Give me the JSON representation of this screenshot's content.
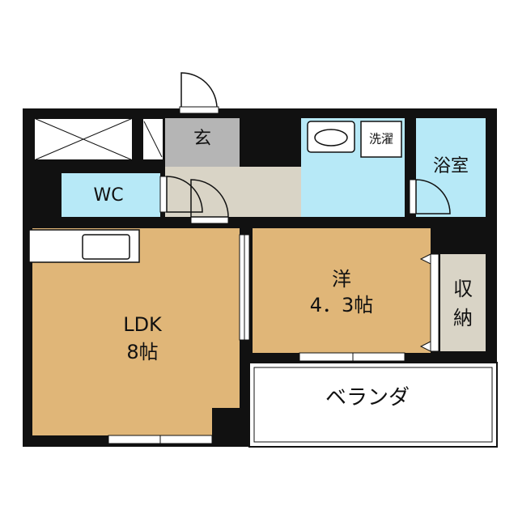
{
  "rooms": {
    "entrance": {
      "label": "玄"
    },
    "washer": {
      "label": "洗濯"
    },
    "bath": {
      "label": "浴室"
    },
    "toilet": {
      "label": "WC"
    },
    "western": {
      "label": "洋",
      "size": "4．3帖"
    },
    "ldk": {
      "label": "LDK",
      "size": "8帖"
    },
    "storage": {
      "label_1": "収",
      "label_2": "納"
    },
    "veranda": {
      "label": "ベランダ"
    }
  },
  "colors": {
    "wall": "#111111",
    "wood_floor": "#e0b678",
    "wet_area": "#b7e9f7",
    "entrance": "#b5b5b5",
    "hallway": "#d9d4c6",
    "storage": "#d9d4c6",
    "white": "#ffffff"
  }
}
